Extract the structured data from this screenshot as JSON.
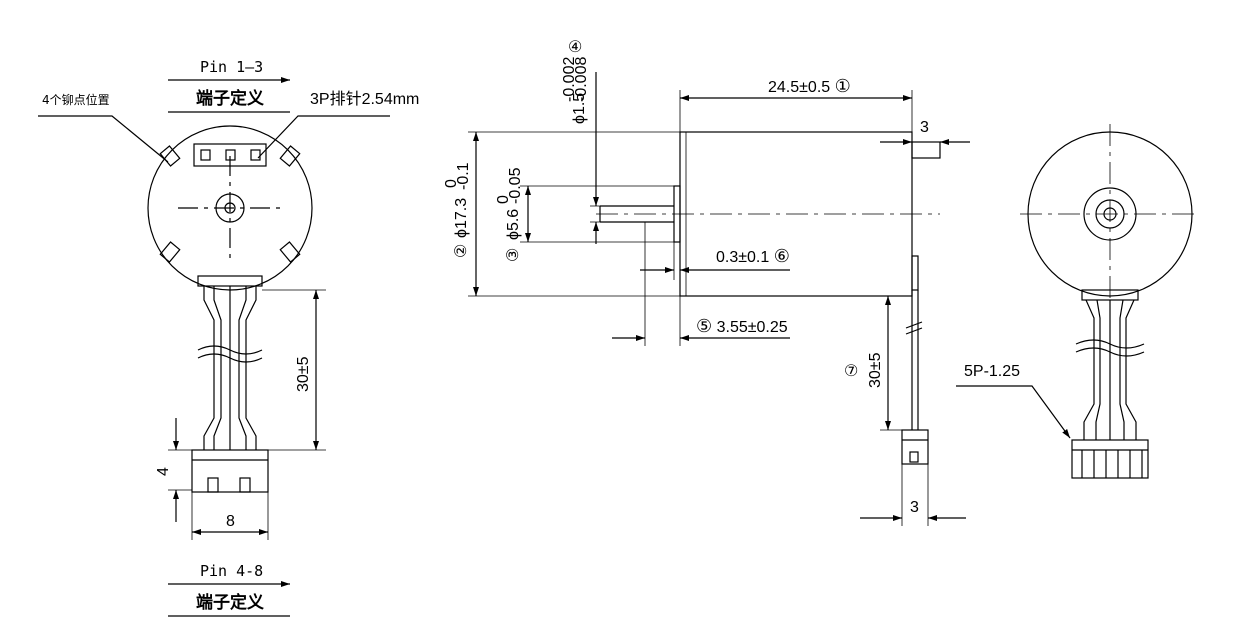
{
  "left_view": {
    "pin_group_top": {
      "name": "Pin 1—3",
      "caption": "端子定义"
    },
    "solder_points_note": "4个铆点位置",
    "connector_note": "3P排针2.54mm",
    "lead_length": "30±5",
    "connector_height": "4",
    "connector_width": "8",
    "pin_group_bottom": {
      "name": "Pin 4-8",
      "caption": "端子定义"
    }
  },
  "side_view": {
    "dims": {
      "body_length": "24.5±0.5",
      "body_length_ref": "①",
      "body_diameter": "ϕ17.3",
      "body_diameter_tol_upper": "0",
      "body_diameter_tol_lower": "-0.1",
      "body_diameter_ref": "②",
      "boss_diameter": "ϕ5.6",
      "boss_diameter_tol_upper": "0",
      "boss_diameter_tol_lower": "-0.05",
      "boss_diameter_ref": "③",
      "shaft_diameter": "ϕ1.5",
      "shaft_diameter_tol_upper": "-0.002",
      "shaft_diameter_tol_lower": "-0.008",
      "shaft_diameter_ref": "④",
      "shaft_length": "3.55±0.25",
      "shaft_length_ref": "⑤",
      "boss_height": "0.3±0.1",
      "boss_height_ref": "⑥",
      "lead_length": "30±5",
      "lead_length_ref": "⑦",
      "terminal_offset": "3",
      "connector_width": "3"
    }
  },
  "right_view": {
    "connector_note": "5P-1.25"
  }
}
